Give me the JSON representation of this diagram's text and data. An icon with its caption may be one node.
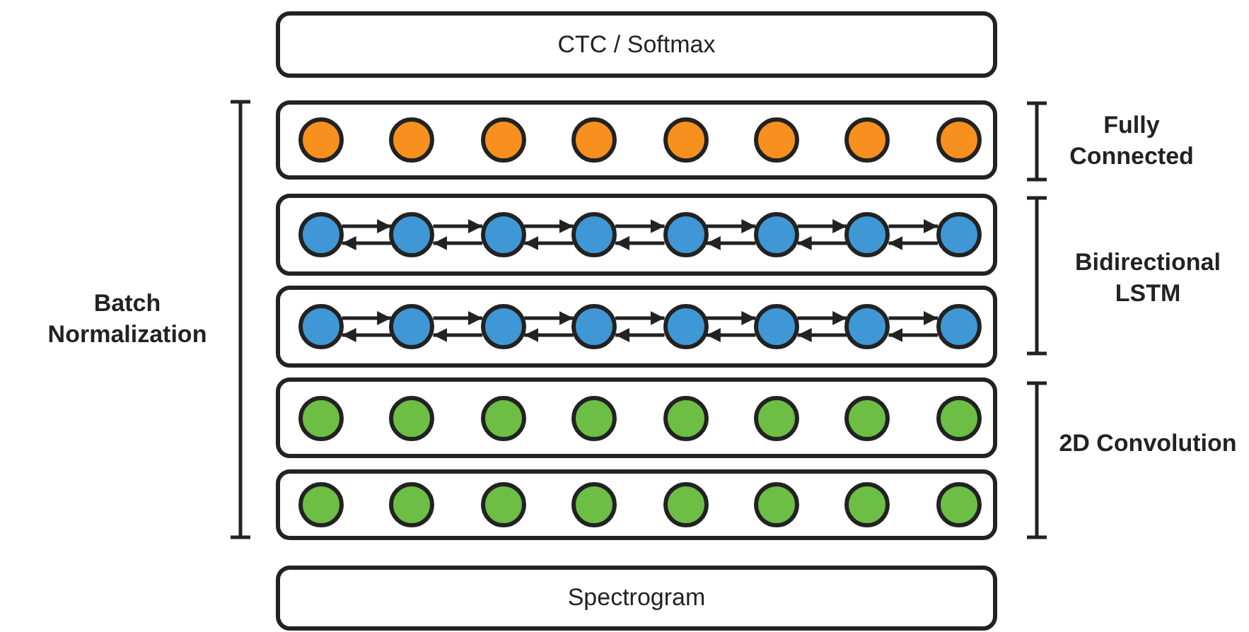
{
  "diagram": {
    "nodes": [
      {
        "text": [
          "CTC / Softmax"
        ]
      },
      {
        "text": [],
        "shape": "box"
      },
      {
        "text": [],
        "shape": "circle",
        "in": 1
      },
      {
        "text": [],
        "shape": "circle",
        "in": 1
      },
      {
        "text": [],
        "shape": "circle",
        "in": 1
      },
      {
        "text": [],
        "shape": "circle",
        "in": 1
      },
      {
        "text": [],
        "shape": "circle",
        "in": 1
      },
      {
        "text": [],
        "shape": "circle",
        "in": 1
      },
      {
        "text": [],
        "shape": "circle",
        "in": 1
      },
      {
        "text": [],
        "shape": "circle",
        "in": 1
      },
      {
        "text": [],
        "shape": "box"
      },
      {
        "text": [],
        "shape": "circle",
        "in": 10
      },
      {
        "text": [],
        "shape": "circle",
        "in": 10
      },
      {
        "text": [],
        "shape": "circle",
        "in": 10
      },
      {
        "text": [],
        "shape": "circle",
        "in": 10
      },
      {
        "text": [],
        "shape": "circle",
        "in": 10
      },
      {
        "text": [],
        "shape": "circle",
        "in": 10
      },
      {
        "text": [],
        "shape": "circle",
        "in": 10
      },
      {
        "text": [],
        "shape": "circle",
        "in": 10
      },
      {
        "text": [],
        "shape": "box"
      },
      {
        "text": [],
        "shape": "circle",
        "in": 19
      },
      {
        "text": [],
        "shape": "circle",
        "in": 19
      },
      {
        "text": [],
        "shape": "circle",
        "in": 19
      },
      {
        "text": [],
        "shape": "circle",
        "in": 19
      },
      {
        "text": [],
        "shape": "circle",
        "in": 19
      },
      {
        "text": [],
        "shape": "circle",
        "in": 19
      },
      {
        "text": [],
        "shape": "circle",
        "in": 19
      },
      {
        "text": [],
        "shape": "circle",
        "in": 19
      },
      {
        "text": [],
        "shape": "box"
      },
      {
        "text": [],
        "shape": "circle",
        "in": 28
      },
      {
        "text": [],
        "shape": "circle",
        "in": 28
      },
      {
        "text": [],
        "shape": "circle",
        "in": 28
      },
      {
        "text": [],
        "shape": "circle",
        "in": 28
      },
      {
        "text": [],
        "shape": "circle",
        "in": 28
      },
      {
        "text": [],
        "shape": "circle",
        "in": 28
      },
      {
        "text": [],
        "shape": "circle",
        "in": 28
      },
      {
        "text": [],
        "shape": "circle",
        "in": 28
      },
      {
        "text": [],
        "shape": "box"
      },
      {
        "text": [],
        "shape": "circle",
        "in": 37
      },
      {
        "text": [],
        "shape": "circle",
        "in": 37
      },
      {
        "text": [],
        "shape": "circle",
        "in": 37
      },
      {
        "text": [],
        "shape": "circle",
        "in": 37
      },
      {
        "text": [],
        "shape": "circle",
        "in": 37
      },
      {
        "text": [],
        "shape": "circle",
        "in": 37
      },
      {
        "text": [],
        "shape": "circle",
        "in": 37
      },
      {
        "text": [],
        "shape": "circle",
        "in": 37
      },
      {
        "text": [
          "Spectrogram"
        ]
      }
    ],
    "edges": [
      {
        "from": 11,
        "to": 12,
        "arrow": "to"
      },
      {
        "from": 12,
        "to": 11,
        "arrow": "to"
      },
      {
        "from": 12,
        "to": 13,
        "arrow": "to"
      },
      {
        "from": 13,
        "to": 12,
        "arrow": "to"
      },
      {
        "from": 13,
        "to": 14,
        "arrow": "to"
      },
      {
        "from": 14,
        "to": 13,
        "arrow": "to"
      },
      {
        "from": 14,
        "to": 15,
        "arrow": "to"
      },
      {
        "from": 15,
        "to": 14,
        "arrow": "to"
      },
      {
        "from": 15,
        "to": 16,
        "arrow": "to"
      },
      {
        "from": 16,
        "to": 15,
        "arrow": "to"
      },
      {
        "from": 16,
        "to": 17,
        "arrow": "to"
      },
      {
        "from": 17,
        "to": 16,
        "arrow": "to"
      },
      {
        "from": 17,
        "to": 18,
        "arrow": "to"
      },
      {
        "from": 18,
        "to": 17,
        "arrow": "to"
      },
      {
        "from": 20,
        "to": 21,
        "arrow": "to"
      },
      {
        "from": 21,
        "to": 20,
        "arrow": "to"
      },
      {
        "from": 21,
        "to": 22,
        "arrow": "to"
      },
      {
        "from": 22,
        "to": 21,
        "arrow": "to"
      },
      {
        "from": 22,
        "to": 23,
        "arrow": "to"
      },
      {
        "from": 23,
        "to": 22,
        "arrow": "to"
      },
      {
        "from": 23,
        "to": 24,
        "arrow": "to"
      },
      {
        "from": 24,
        "to": 23,
        "arrow": "to"
      },
      {
        "from": 24,
        "to": 25,
        "arrow": "to"
      },
      {
        "from": 25,
        "to": 24,
        "arrow": "to"
      },
      {
        "from": 25,
        "to": 26,
        "arrow": "to"
      },
      {
        "from": 26,
        "to": 25,
        "arrow": "to"
      },
      {
        "from": 26,
        "to": 27,
        "arrow": "to"
      },
      {
        "from": 27,
        "to": 26,
        "arrow": "to"
      }
    ],
    "labels": [
      "Fully Connected",
      "Batch Normalization",
      "Bidirectional LSTM",
      "2D Convolution"
    ]
  }
}
